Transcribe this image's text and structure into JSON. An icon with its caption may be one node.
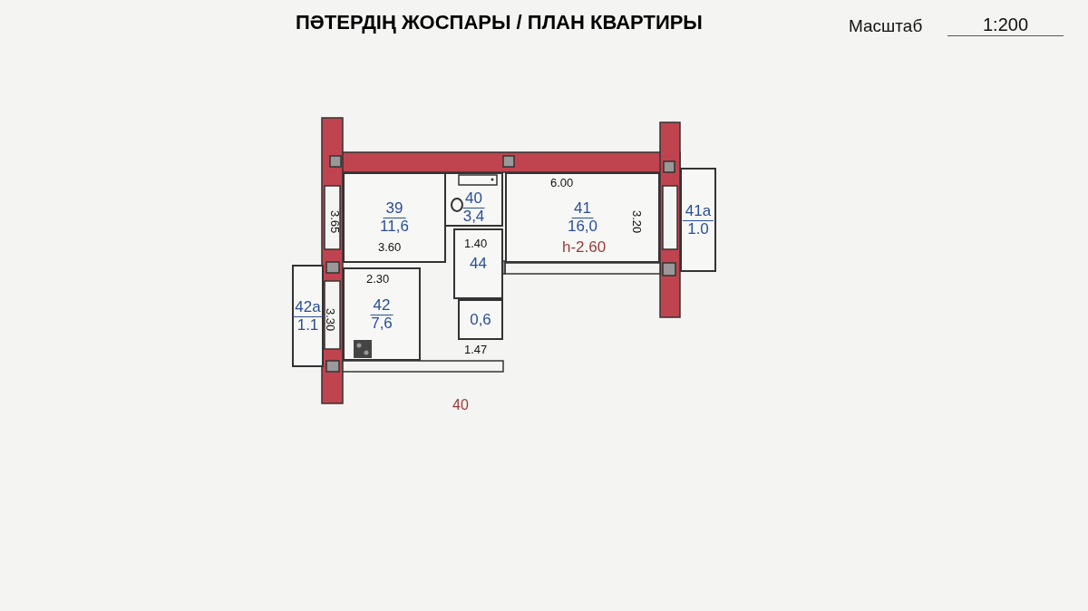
{
  "diagram": {
    "title": "ПӘТЕРДІҢ ЖОСПАРЫ / ПЛАН КВАРТИРЫ",
    "nodes": [
      {
        "text": [
          "39",
          "11,6"
        ]
      },
      {
        "text": [
          "40",
          "3,4"
        ]
      },
      {
        "text": [
          "41",
          "16,0"
        ]
      },
      {
        "text": [
          "41а",
          "1.0"
        ]
      },
      {
        "text": [
          "42а",
          "1.1"
        ]
      },
      {
        "text": [
          "42",
          "7,6"
        ]
      },
      {
        "text": [
          "44"
        ]
      },
      {
        "text": [
          "0,6"
        ]
      }
    ],
    "labels": [
      "Масштаб",
      "1:200",
      "6.00",
      "3.65",
      "3.60",
      "1.40",
      "3.20",
      "h-2.60",
      "2.30",
      "3.30",
      "1.47",
      "40"
    ]
  }
}
